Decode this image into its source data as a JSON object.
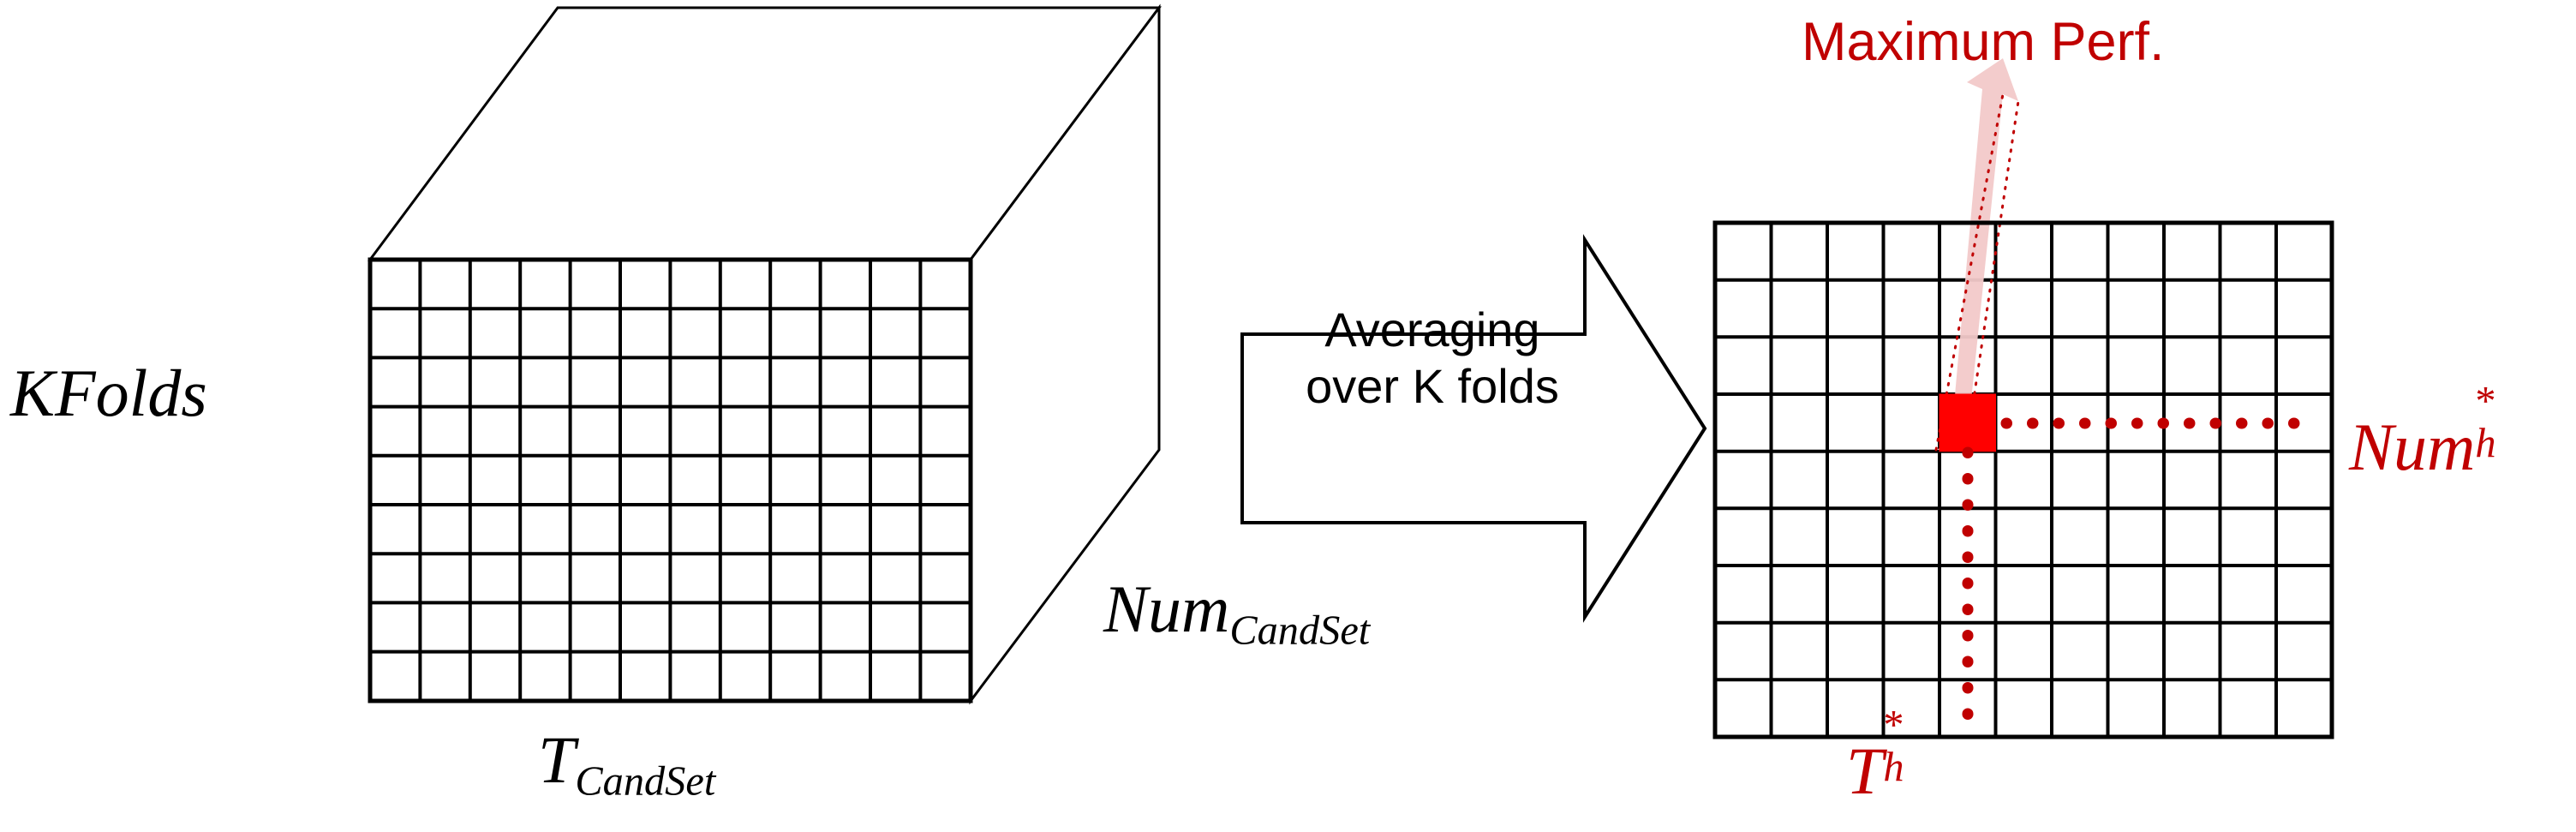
{
  "diagram": {
    "title": "K-fold cross-validation averaging diagram",
    "colors": {
      "stroke": "#000000",
      "accent_red": "#C00000",
      "cell_fill_red": "#FF0000",
      "arrow_glow": "#F4C7C7",
      "background": "#FFFFFF"
    },
    "cube": {
      "axis_label_left": "KFolds",
      "axis_label_bottom_base": "T",
      "axis_label_bottom_sub": "CandSet",
      "axis_label_depth_base": "Num",
      "axis_label_depth_sub": "CandSet",
      "front_grid": {
        "rows": 9,
        "cols": 12
      }
    },
    "arrow": {
      "line1": "Averaging",
      "line2": "over K folds",
      "direction": "right"
    },
    "result": {
      "grid": {
        "rows": 9,
        "cols": 11
      },
      "highlight_cell": {
        "row": 5,
        "col": 5,
        "color": "#FF0000"
      },
      "callout_label": "Maximum Perf.",
      "row_label_base": "Num",
      "row_label_sup": "*",
      "row_label_sub": "h",
      "col_label_base": "T",
      "col_label_sup": "*",
      "col_label_sub": "h"
    }
  }
}
